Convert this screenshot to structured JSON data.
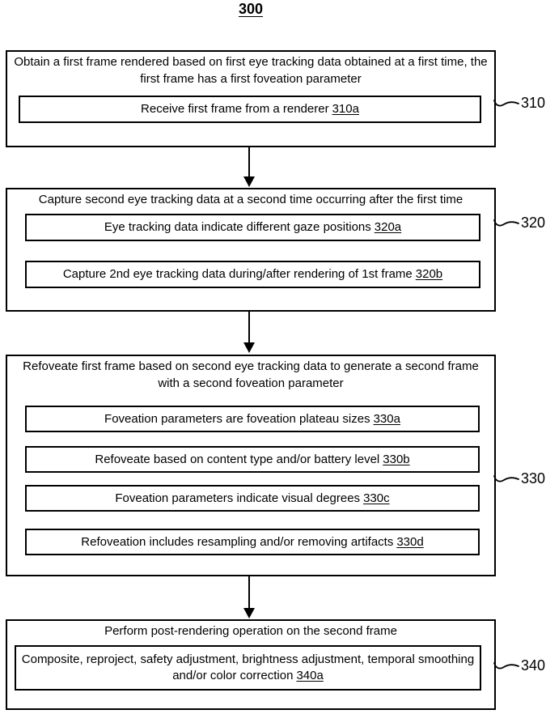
{
  "figure": {
    "label": "300"
  },
  "colors": {
    "ink": "#000000",
    "background": "#ffffff"
  },
  "steps": [
    {
      "id": "310",
      "header": "Obtain a first frame rendered based on first eye tracking data obtained at a first time, the first frame has a first foveation parameter",
      "sub": [
        {
          "text": "Receive first frame from a renderer",
          "ref": "310a"
        }
      ]
    },
    {
      "id": "320",
      "header": "Capture second eye tracking data at a second time occurring after the first time",
      "sub": [
        {
          "text": "Eye tracking data indicate different gaze positions",
          "ref": "320a"
        },
        {
          "text": "Capture 2nd eye tracking data during/after rendering of 1st frame",
          "ref": "320b"
        }
      ]
    },
    {
      "id": "330",
      "header": "Refoveate first frame based on second eye tracking data to generate a second frame with a second foveation parameter",
      "sub": [
        {
          "text": "Foveation parameters are foveation plateau sizes",
          "ref": "330a"
        },
        {
          "text": "Refoveate based on content type and/or battery level",
          "ref": "330b"
        },
        {
          "text": "Foveation parameters indicate visual degrees",
          "ref": "330c"
        },
        {
          "text": "Refoveation includes resampling and/or removing artifacts",
          "ref": "330d"
        }
      ]
    },
    {
      "id": "340",
      "header": "Perform post-rendering operation on the second frame",
      "sub": [
        {
          "text": "Composite, reproject, safety adjustment, brightness adjustment, temporal smoothing and/or color correction",
          "ref": "340a"
        }
      ]
    }
  ]
}
